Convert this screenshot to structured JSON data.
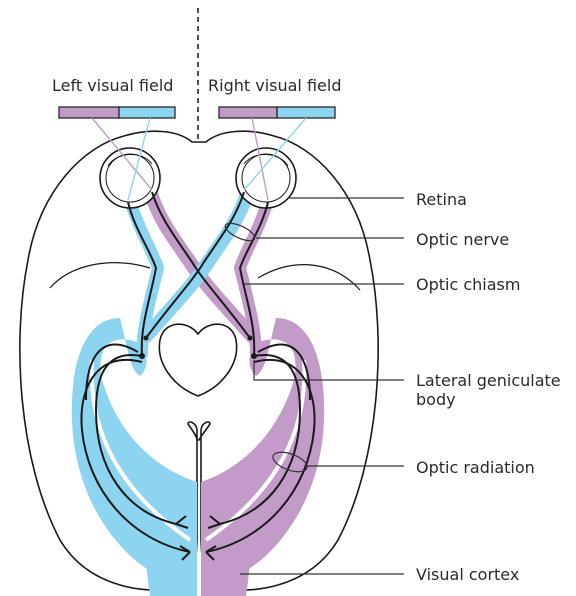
{
  "labels": {
    "left_visual_field": "Left visual field",
    "right_visual_field": "Right visual field",
    "retina": "Retina",
    "optic_nerve": "Optic nerve",
    "optic_chiasm": "Optic chiasm",
    "lateral_geniculate_body_line1": "Lateral geniculate",
    "lateral_geniculate_body_line2": "body",
    "optic_radiation": "Optic radiation",
    "visual_cortex": "Visual cortex"
  },
  "colors": {
    "left_field": "#8dd4f0",
    "right_field": "#c39bc9",
    "outline": "#1a1a1a",
    "leader_line": "#333333",
    "midline": "#222222"
  }
}
